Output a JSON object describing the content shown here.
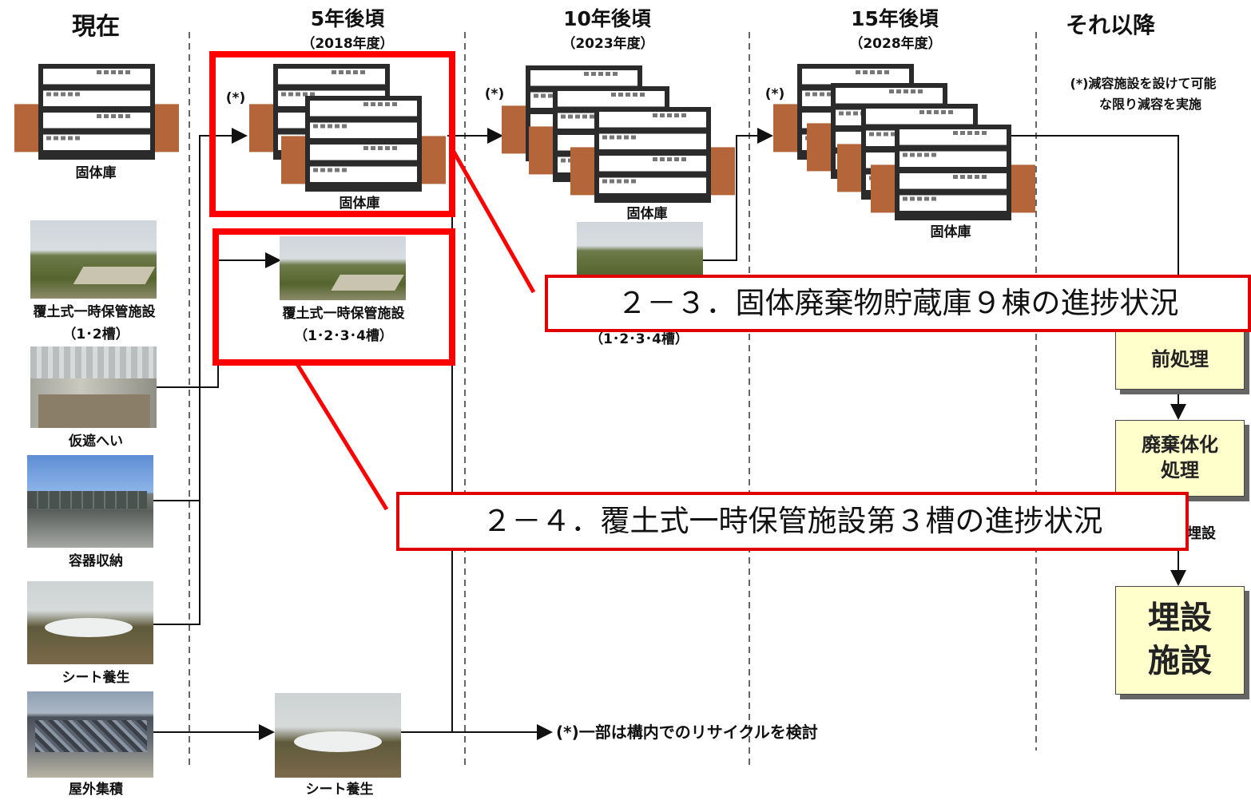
{
  "columns": {
    "now": "現在",
    "y5": "5年後頃",
    "y5_sub": "（2018年度）",
    "y10": "10年後頃",
    "y10_sub": "（2023年度）",
    "y15": "15年後頃",
    "y15_sub": "（2028年度）",
    "later": "それ以降"
  },
  "labels": {
    "solid_storage": "固体庫",
    "soil_cover_now": "覆土式一時保管施設",
    "soil_cover_now_sub": "（1･2槽）",
    "soil_cover_5y": "覆土式一時保管施設",
    "soil_cover_5y_sub": "（1･2･3･4槽）",
    "soil_cover_10y_sub": "（1･2･3･4槽）",
    "temp_shield": "仮遮へい",
    "container": "容器収納",
    "sheet_cover": "シート養生",
    "outdoor_pile": "屋外集積",
    "asterisk": "(*)",
    "reduction_note_1": "(*)減容施設を設けて可能",
    "reduction_note_2": "な限り減容を実施",
    "recycle_note": "(*)一部は構内でのリサイクルを検討",
    "burial_partial": "埋設"
  },
  "boxes": {
    "preprocess": "前処理",
    "solidify_1": "廃棄体化",
    "solidify_2": "処理",
    "burial_1": "埋設",
    "burial_2": "施設"
  },
  "callouts": {
    "c23": "２－３．固体廃棄物貯蔵庫９棟の進捗状況",
    "c24": "２－４．覆土式一時保管施設第３槽の進捗状況"
  },
  "colors": {
    "accent_red": "#ff0000",
    "building_dark": "#2b2b2b",
    "building_brown": "#b5653a",
    "box_fill": "#ffffcc"
  }
}
